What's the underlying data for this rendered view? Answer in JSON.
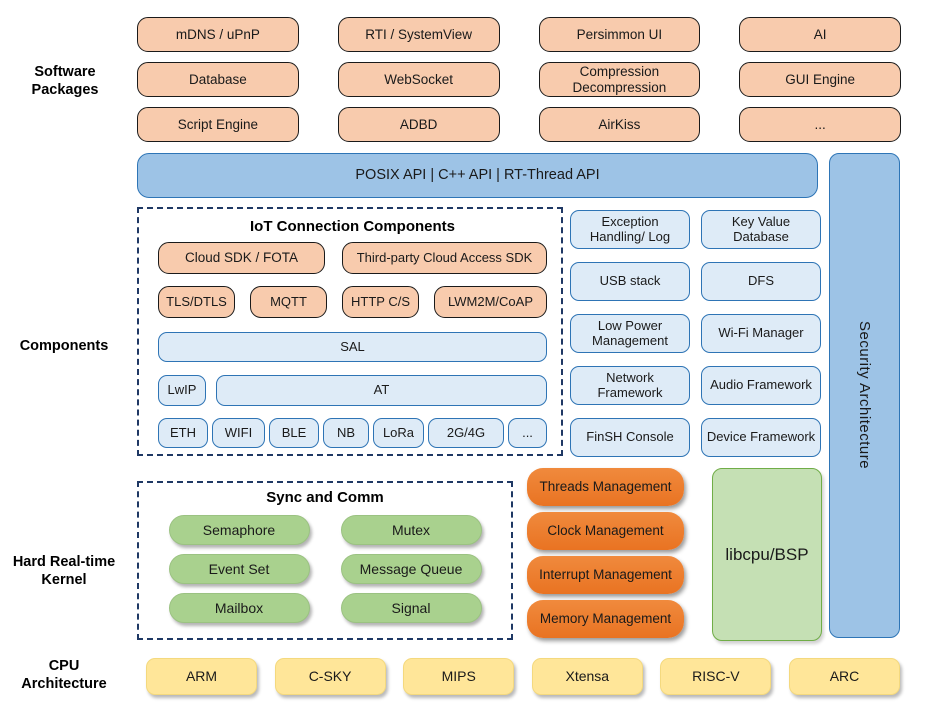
{
  "colors": {
    "peach_fill": "#F8CBAD",
    "api_blue_fill": "#9DC3E6",
    "api_blue_border": "#2E75B6",
    "component_blue_fill": "#DEEBF7",
    "component_blue_border": "#2E74B5",
    "green_fill": "#A9D18E",
    "libcpu_fill": "#C5E0B4",
    "kernel_orange_fill": "#ED7D31",
    "cpu_yellow_fill": "#FFE699",
    "dashed_border": "#1F3864"
  },
  "row_labels": {
    "software": "Software Packages",
    "components": "Components",
    "kernel": "Hard Real-time Kernel",
    "cpu": "CPU Architecture"
  },
  "software_packages": {
    "items": [
      "mDNS / uPnP",
      "RTI / SystemView",
      "Persimmon UI",
      "AI",
      "Database",
      "WebSocket",
      "Compression Decompression",
      "GUI Engine",
      "Script Engine",
      "ADBD",
      "AirKiss",
      "..."
    ]
  },
  "api_bar": {
    "label": "POSIX API | C++ API | RT-Thread API"
  },
  "security_bar": {
    "label": "Security Architecture"
  },
  "iot": {
    "title": "IoT Connection Components",
    "row1": [
      "Cloud SDK / FOTA",
      "Third-party Cloud Access SDK"
    ],
    "row2": [
      "TLS/DTLS",
      "MQTT",
      "HTTP C/S",
      "LWM2M/CoAP"
    ],
    "sal": "SAL",
    "lwip": "LwIP",
    "at": "AT",
    "links": [
      "ETH",
      "WIFI",
      "BLE",
      "NB",
      "LoRa",
      "2G/4G",
      "..."
    ]
  },
  "component_grid": {
    "items": [
      "Exception Handling/ Log",
      "Key Value Database",
      "USB stack",
      "DFS",
      "Low Power Management",
      "Wi-Fi Manager",
      "Network Framework",
      "Audio Framework",
      "FinSH Console",
      "Device Framework"
    ]
  },
  "kernel": {
    "sync_title": "Sync and Comm",
    "sync_items": [
      "Semaphore",
      "Mutex",
      "Event Set",
      "Message Queue",
      "Mailbox",
      "Signal"
    ],
    "mgmt_items": [
      "Threads Management",
      "Clock Management",
      "Interrupt Management",
      "Memory Management"
    ],
    "libcpu": "libcpu/BSP"
  },
  "cpu": {
    "items": [
      "ARM",
      "C-SKY",
      "MIPS",
      "Xtensa",
      "RISC-V",
      "ARC"
    ]
  }
}
